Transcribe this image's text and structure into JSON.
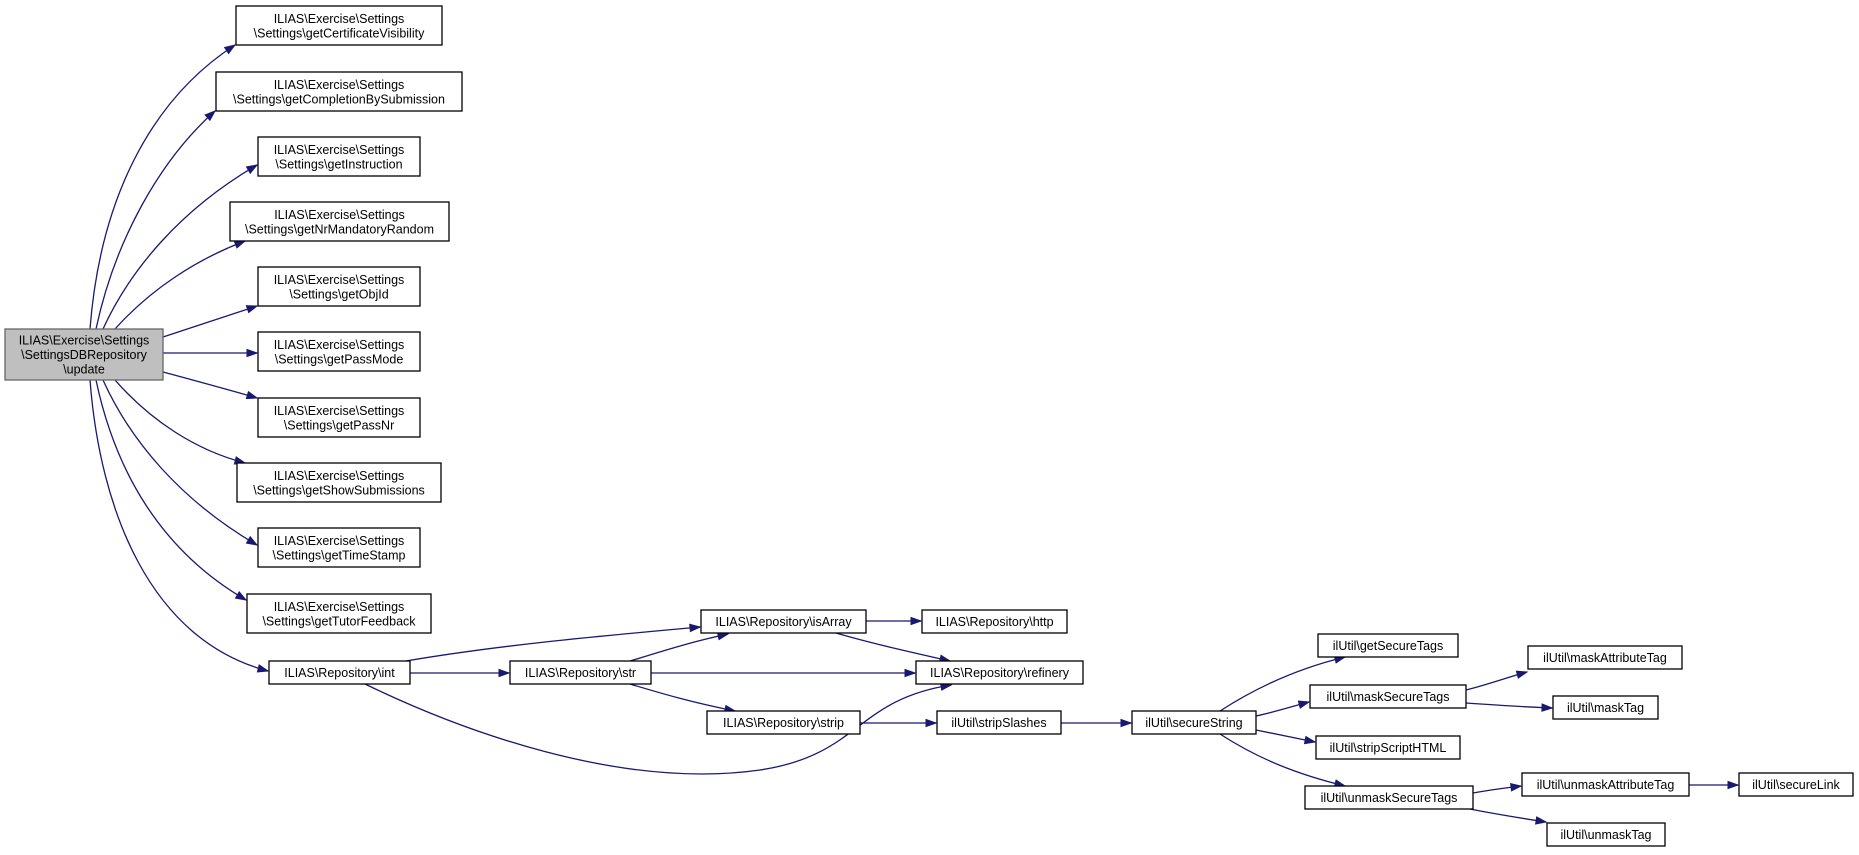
{
  "graph": {
    "edge_color": "#191970",
    "root_fill": "#bfbfbf",
    "nodes": [
      {
        "id": "update",
        "lines": [
          "ILIAS\\Exercise\\Settings",
          "\\SettingsDBRepository",
          "\\update"
        ],
        "root": true
      },
      {
        "id": "getCertificateVisibility",
        "lines": [
          "ILIAS\\Exercise\\Settings",
          "\\Settings\\getCertificateVisibility"
        ]
      },
      {
        "id": "getCompletionBySubmission",
        "lines": [
          "ILIAS\\Exercise\\Settings",
          "\\Settings\\getCompletionBySubmission"
        ]
      },
      {
        "id": "getInstruction",
        "lines": [
          "ILIAS\\Exercise\\Settings",
          "\\Settings\\getInstruction"
        ]
      },
      {
        "id": "getNrMandatoryRandom",
        "lines": [
          "ILIAS\\Exercise\\Settings",
          "\\Settings\\getNrMandatoryRandom"
        ]
      },
      {
        "id": "getObjId",
        "lines": [
          "ILIAS\\Exercise\\Settings",
          "\\Settings\\getObjId"
        ]
      },
      {
        "id": "getPassMode",
        "lines": [
          "ILIAS\\Exercise\\Settings",
          "\\Settings\\getPassMode"
        ]
      },
      {
        "id": "getPassNr",
        "lines": [
          "ILIAS\\Exercise\\Settings",
          "\\Settings\\getPassNr"
        ]
      },
      {
        "id": "getShowSubmissions",
        "lines": [
          "ILIAS\\Exercise\\Settings",
          "\\Settings\\getShowSubmissions"
        ]
      },
      {
        "id": "getTimeStamp",
        "lines": [
          "ILIAS\\Exercise\\Settings",
          "\\Settings\\getTimeStamp"
        ]
      },
      {
        "id": "getTutorFeedback",
        "lines": [
          "ILIAS\\Exercise\\Settings",
          "\\Settings\\getTutorFeedback"
        ]
      },
      {
        "id": "int",
        "lines": [
          "ILIAS\\Repository\\int"
        ]
      },
      {
        "id": "isArray",
        "lines": [
          "ILIAS\\Repository\\isArray"
        ]
      },
      {
        "id": "str",
        "lines": [
          "ILIAS\\Repository\\str"
        ]
      },
      {
        "id": "http",
        "lines": [
          "ILIAS\\Repository\\http"
        ]
      },
      {
        "id": "refinery",
        "lines": [
          "ILIAS\\Repository\\refinery"
        ]
      },
      {
        "id": "strip",
        "lines": [
          "ILIAS\\Repository\\strip"
        ]
      },
      {
        "id": "stripSlashes",
        "lines": [
          "ilUtil\\stripSlashes"
        ]
      },
      {
        "id": "secureString",
        "lines": [
          "ilUtil\\secureString"
        ]
      },
      {
        "id": "getSecureTags",
        "lines": [
          "ilUtil\\getSecureTags"
        ]
      },
      {
        "id": "maskSecureTags",
        "lines": [
          "ilUtil\\maskSecureTags"
        ]
      },
      {
        "id": "stripScriptHTML",
        "lines": [
          "ilUtil\\stripScriptHTML"
        ]
      },
      {
        "id": "unmaskSecureTags",
        "lines": [
          "ilUtil\\unmaskSecureTags"
        ]
      },
      {
        "id": "maskAttributeTag",
        "lines": [
          "ilUtil\\maskAttributeTag"
        ]
      },
      {
        "id": "maskTag",
        "lines": [
          "ilUtil\\maskTag"
        ]
      },
      {
        "id": "unmaskAttributeTag",
        "lines": [
          "ilUtil\\unmaskAttributeTag"
        ]
      },
      {
        "id": "unmaskTag",
        "lines": [
          "ilUtil\\unmaskTag"
        ]
      },
      {
        "id": "secureLink",
        "lines": [
          "ilUtil\\secureLink"
        ]
      }
    ],
    "edges": [
      {
        "from": "update",
        "to": "getCertificateVisibility"
      },
      {
        "from": "update",
        "to": "getCompletionBySubmission"
      },
      {
        "from": "update",
        "to": "getInstruction"
      },
      {
        "from": "update",
        "to": "getNrMandatoryRandom"
      },
      {
        "from": "update",
        "to": "getObjId"
      },
      {
        "from": "update",
        "to": "getPassMode"
      },
      {
        "from": "update",
        "to": "getPassNr"
      },
      {
        "from": "update",
        "to": "getShowSubmissions"
      },
      {
        "from": "update",
        "to": "getTimeStamp"
      },
      {
        "from": "update",
        "to": "getTutorFeedback"
      },
      {
        "from": "update",
        "to": "int"
      },
      {
        "from": "int",
        "to": "isArray"
      },
      {
        "from": "int",
        "to": "str"
      },
      {
        "from": "int",
        "to": "refinery"
      },
      {
        "from": "str",
        "to": "isArray"
      },
      {
        "from": "str",
        "to": "refinery"
      },
      {
        "from": "str",
        "to": "strip"
      },
      {
        "from": "isArray",
        "to": "http"
      },
      {
        "from": "isArray",
        "to": "refinery"
      },
      {
        "from": "strip",
        "to": "stripSlashes"
      },
      {
        "from": "stripSlashes",
        "to": "secureString"
      },
      {
        "from": "secureString",
        "to": "getSecureTags"
      },
      {
        "from": "secureString",
        "to": "maskSecureTags"
      },
      {
        "from": "secureString",
        "to": "stripScriptHTML"
      },
      {
        "from": "secureString",
        "to": "unmaskSecureTags"
      },
      {
        "from": "maskSecureTags",
        "to": "maskAttributeTag"
      },
      {
        "from": "maskSecureTags",
        "to": "maskTag"
      },
      {
        "from": "unmaskSecureTags",
        "to": "unmaskAttributeTag"
      },
      {
        "from": "unmaskSecureTags",
        "to": "unmaskTag"
      },
      {
        "from": "unmaskAttributeTag",
        "to": "secureLink"
      }
    ]
  }
}
